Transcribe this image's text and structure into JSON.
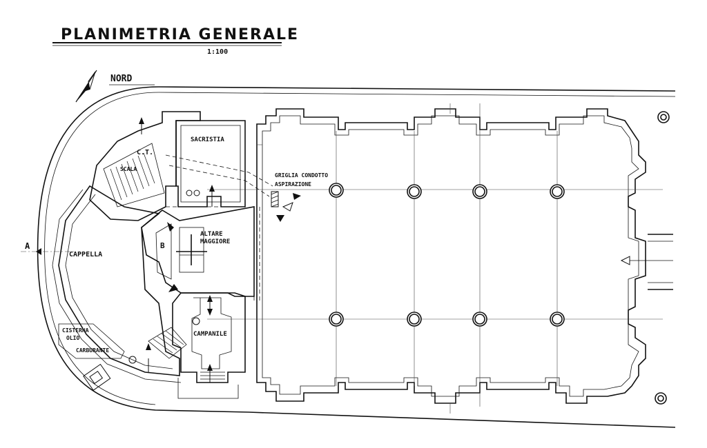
{
  "title": "PLANIMETRIA GENERALE",
  "scale": "1:100",
  "north": "NORD",
  "rooms": {
    "sacristia": "SACRISTIA",
    "ct": "C.T.",
    "scala": "SCALA",
    "cappella": "CAPPELLA",
    "altare_1": "ALTARE",
    "altare_2": "MAGGIORE",
    "campanile": "CAMPANILE",
    "cisterna_1": "CISTERNA",
    "cisterna_2": "OLIO",
    "cisterna_3": "CARBURANTE",
    "griglia_1": "GRIGLIA CONDOTTO",
    "griglia_2": "ASPIRAZIONE"
  },
  "section_marks": {
    "a": "A",
    "b": "B"
  },
  "colors": {
    "ink": "#111111",
    "paper": "#ffffff"
  }
}
